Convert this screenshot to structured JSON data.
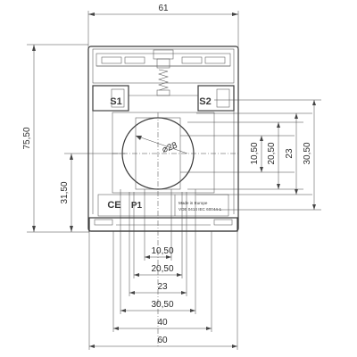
{
  "dimensions": {
    "top_width": "61",
    "total_height": "75,50",
    "center_height": "31,50",
    "bottom_widths": [
      "10,50",
      "20,50",
      "23",
      "30,50",
      "40",
      "60"
    ],
    "right_heights": [
      "10,50",
      "20,50",
      "23",
      "30,50"
    ],
    "diameter": "⌀28"
  },
  "markings": {
    "terminal_left": "S1",
    "terminal_right": "S2",
    "ce_mark": "CE",
    "primary_mark": "P1",
    "made_in": "Made in Europe",
    "standard": "VDE 0414 IEC 60044-1"
  }
}
